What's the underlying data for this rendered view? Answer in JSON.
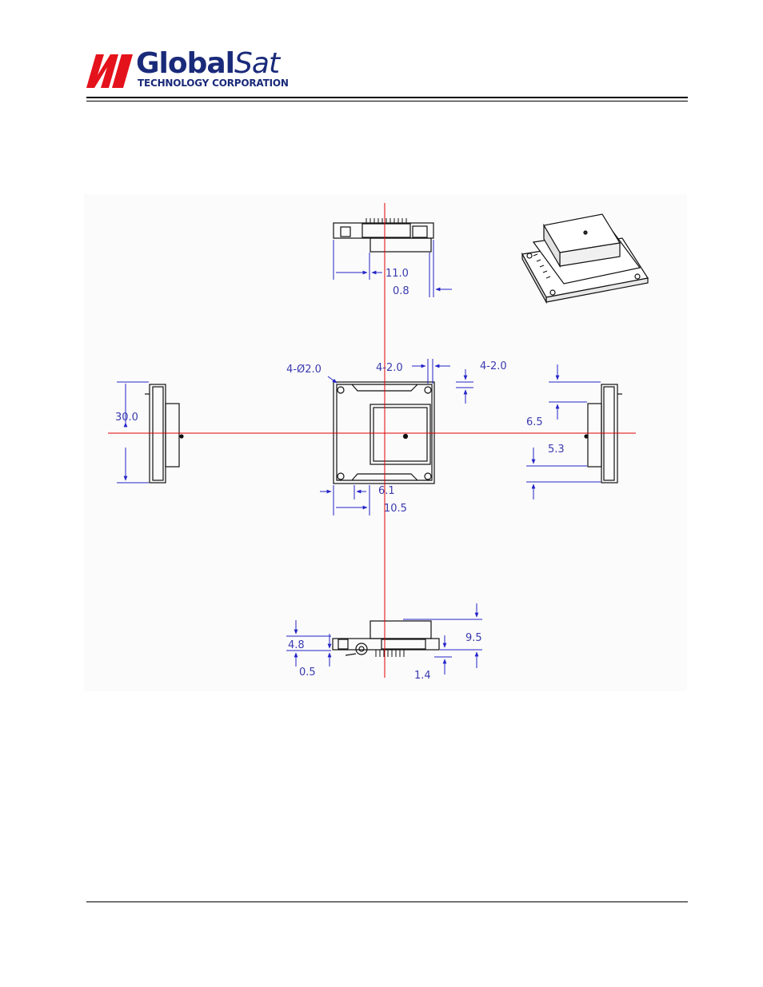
{
  "header": {
    "logo_word": "Global",
    "logo_word_suffix": "Sat",
    "logo_subtitle": "TECHNOLOGY CORPORATION",
    "colors": {
      "logo_red": "#e4121b",
      "logo_navy": "#1a2a7a"
    }
  },
  "drawing": {
    "dimensions": {
      "top_width": "11.0",
      "top_offset": "0.8",
      "hole_dia": "4-Ø2.0",
      "hole_x": "4-2.0",
      "hole_y": "4-2.0",
      "body_height": "30.0",
      "right_upper": "6.5",
      "right_lower": "5.3",
      "bottom_a": "6.1",
      "bottom_b": "10.5",
      "front_height": "4.8",
      "front_total": "9.5",
      "front_pcb": "0.5",
      "front_pin": "1.4"
    },
    "colors": {
      "centerline": "#e00000",
      "dimension": "#2323c8",
      "outline": "#111111"
    }
  }
}
